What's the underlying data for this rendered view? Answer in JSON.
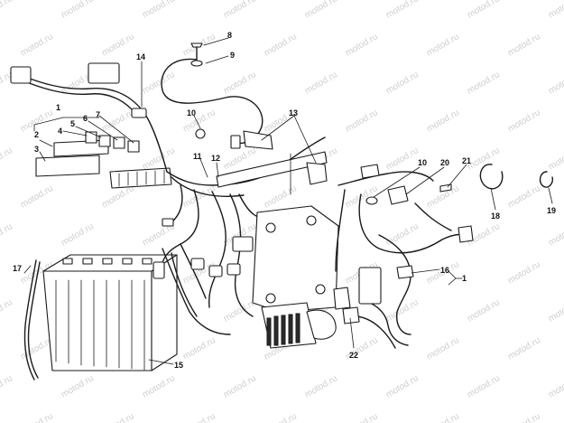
{
  "watermark": "motod.ru",
  "labels": {
    "l1a": "1",
    "l1b": "1",
    "l2": "2",
    "l3": "3",
    "l4": "4",
    "l5": "5",
    "l6": "6",
    "l7": "7",
    "l8": "8",
    "l9": "9",
    "l10a": "10",
    "l10b": "10",
    "l11": "11",
    "l12": "12",
    "l13": "13",
    "l14": "14",
    "l15": "15",
    "l16": "16",
    "l17": "17",
    "l18": "18",
    "l19": "19",
    "l20": "20",
    "l21": "21",
    "l22": "22"
  }
}
